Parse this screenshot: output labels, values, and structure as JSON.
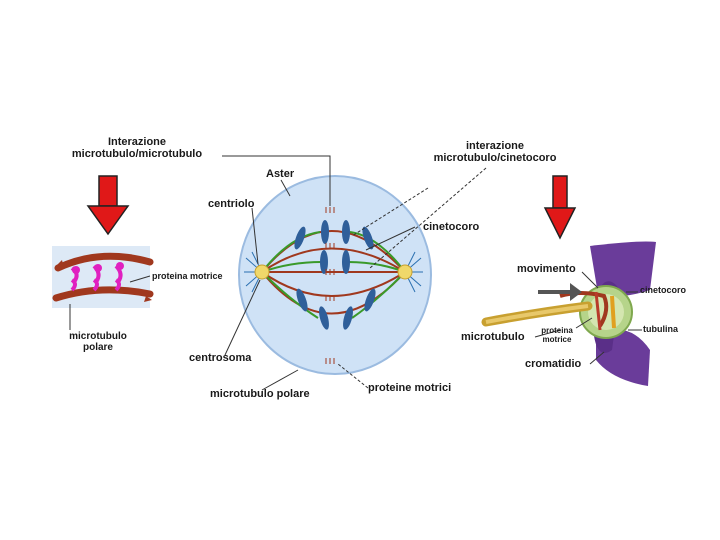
{
  "labels": {
    "mt_mt_interaction_line1": "Interazione",
    "mt_mt_interaction_line2": "microtubulo/microtubulo",
    "mt_kt_interaction_line1": "interazione",
    "mt_kt_interaction_line2": "microtubulo/cinetocoro",
    "aster": "Aster",
    "centriolo": "centriolo",
    "cinetocoro_center": "cinetocoro",
    "proteina_motrice_left": "proteina motrice",
    "microtubulo_polare_left_line1": "microtubulo",
    "microtubulo_polare_left_line2": "polare",
    "centrosoma": "centrosoma",
    "microtubulo_polare_bottom": "microtubulo polare",
    "proteine_motrici": "proteine motrici",
    "movimento": "movimento",
    "cinetocoro_right": "cinetocoro",
    "microtubulo_right": "microtubulo",
    "proteina_motrice_right_line1": "proteina",
    "proteina_motrice_right_line2": "motrice",
    "tubulina": "tubulina",
    "cromatidio": "cromatidio"
  },
  "colors": {
    "arrow_red": "#e01818",
    "microtubule_brown": "#a0381e",
    "motor_magenta": "#e020c0",
    "cell_blue": "#cfe2f6",
    "chromosome_blue": "#2f5f9a",
    "spindle_green": "#3a9a2a",
    "chromatid_purple": "#6a3c9a",
    "kinetochore_green": "#9cc46a"
  }
}
